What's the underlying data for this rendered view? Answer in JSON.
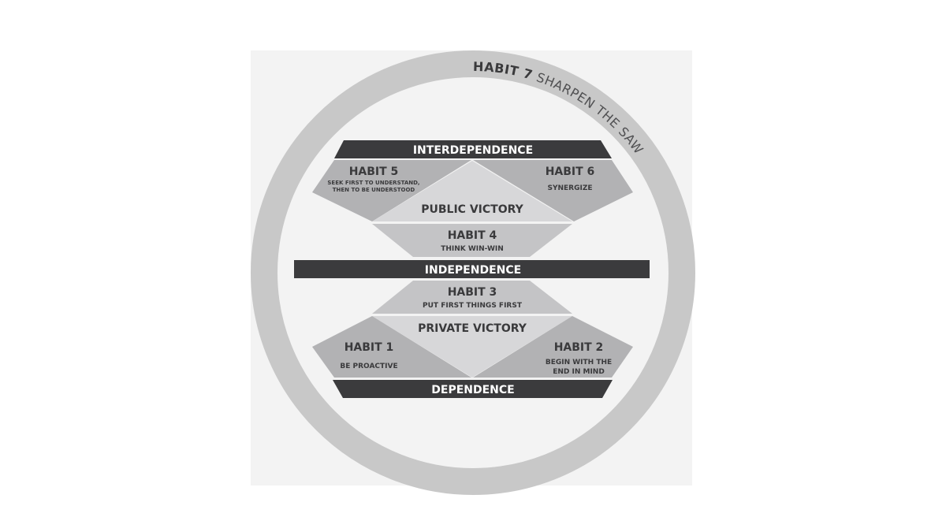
{
  "outer": {
    "habit7_bold": "HABIT 7",
    "habit7_rest": " SHARPEN THE SAW"
  },
  "bars": {
    "interdependence": "INTERDEPENDENCE",
    "independence": "INDEPENDENCE",
    "dependence": "DEPENDENCE"
  },
  "public": {
    "label": "PUBLIC VICTORY",
    "habit5": {
      "title": "HABIT 5",
      "line1": "SEEK FIRST TO UNDERSTAND,",
      "line2": "THEN TO BE UNDERSTOOD"
    },
    "habit6": {
      "title": "HABIT 6",
      "line1": "SYNERGIZE"
    },
    "habit4": {
      "title": "HABIT 4",
      "line1": "THINK WIN-WIN"
    }
  },
  "private": {
    "label": "PRIVATE VICTORY",
    "habit3": {
      "title": "HABIT 3",
      "line1": "PUT FIRST THINGS FIRST"
    },
    "habit1": {
      "title": "HABIT 1",
      "line1": "BE PROACTIVE"
    },
    "habit2": {
      "title": "HABIT 2",
      "line1": "BEGIN WITH THE",
      "line2": "END IN MIND"
    }
  },
  "colors": {
    "background_panel": "#f3f3f3",
    "ring": "#c8c8c8",
    "dark_bar": "#3b3b3d",
    "side_triangle": "#b2b2b4",
    "center_diamond": "#d7d7d9",
    "middle_triangle": "#c4c4c6",
    "text_dark": "#3a3a3c"
  }
}
